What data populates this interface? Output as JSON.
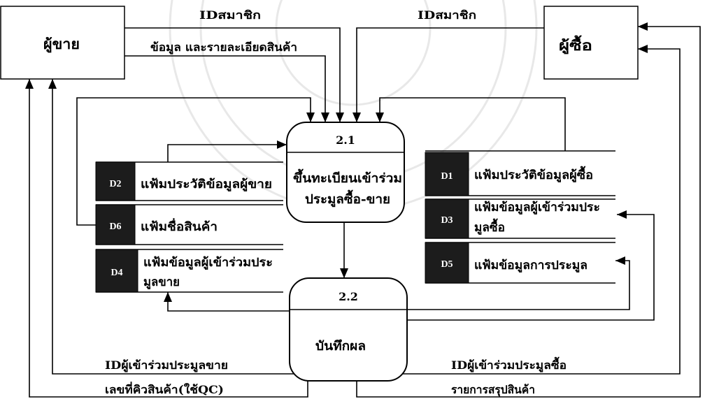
{
  "diagram": {
    "entities": {
      "seller": {
        "label": "ผู้ขาย"
      },
      "buyer": {
        "label": "ผู้ซื้อ"
      }
    },
    "processes": {
      "p21": {
        "id": "2.1",
        "line1": "ขึ้นทะเบียนเข้าร่วม",
        "line2": "ประมูลซื้อ-ขาย"
      },
      "p22": {
        "id": "2.2",
        "line1": "บันทึกผล"
      }
    },
    "data_stores": {
      "d2": {
        "id": "D2",
        "line1": "แฟ้มประวัติข้อมูลผู้ขาย"
      },
      "d6": {
        "id": "D6",
        "line1": "แฟ้มชื่อสินค้า"
      },
      "d4": {
        "id": "D4",
        "line1": "แฟ้มข้อมูลผู้เข้าร่วมประ",
        "line2": "มูลขาย"
      },
      "d1": {
        "id": "D1",
        "line1": "แฟ้มประวัติข้อมูลผู้ซื้อ"
      },
      "d3": {
        "id": "D3",
        "line1": "แฟ้มข้อมูลผู้เข้าร่วมประ",
        "line2": "มูลซื้อ"
      },
      "d5": {
        "id": "D5",
        "line1": "แฟ้มข้อมูลการประมูล"
      }
    },
    "flows": {
      "seller_member_id": "IDสมาชิก",
      "seller_product_details": "ข้อมูล และรายละเอียดสินค้า",
      "buyer_member_id": "IDสมาชิก",
      "seller_bidder_id": "IDผู้เข้าร่วมประมูลขาย",
      "seller_queue_no": "เลขที่คิวสินค้า(ใช้QC)",
      "buyer_bidder_id": "IDผู้เข้าร่วมประมูลซื้อ",
      "buyer_summary": "รายการสรุปสินค้า"
    },
    "colors": {
      "line": "#000000",
      "store_id_fill": "#1c1c1c",
      "watermark": "#d9d9d9"
    }
  }
}
